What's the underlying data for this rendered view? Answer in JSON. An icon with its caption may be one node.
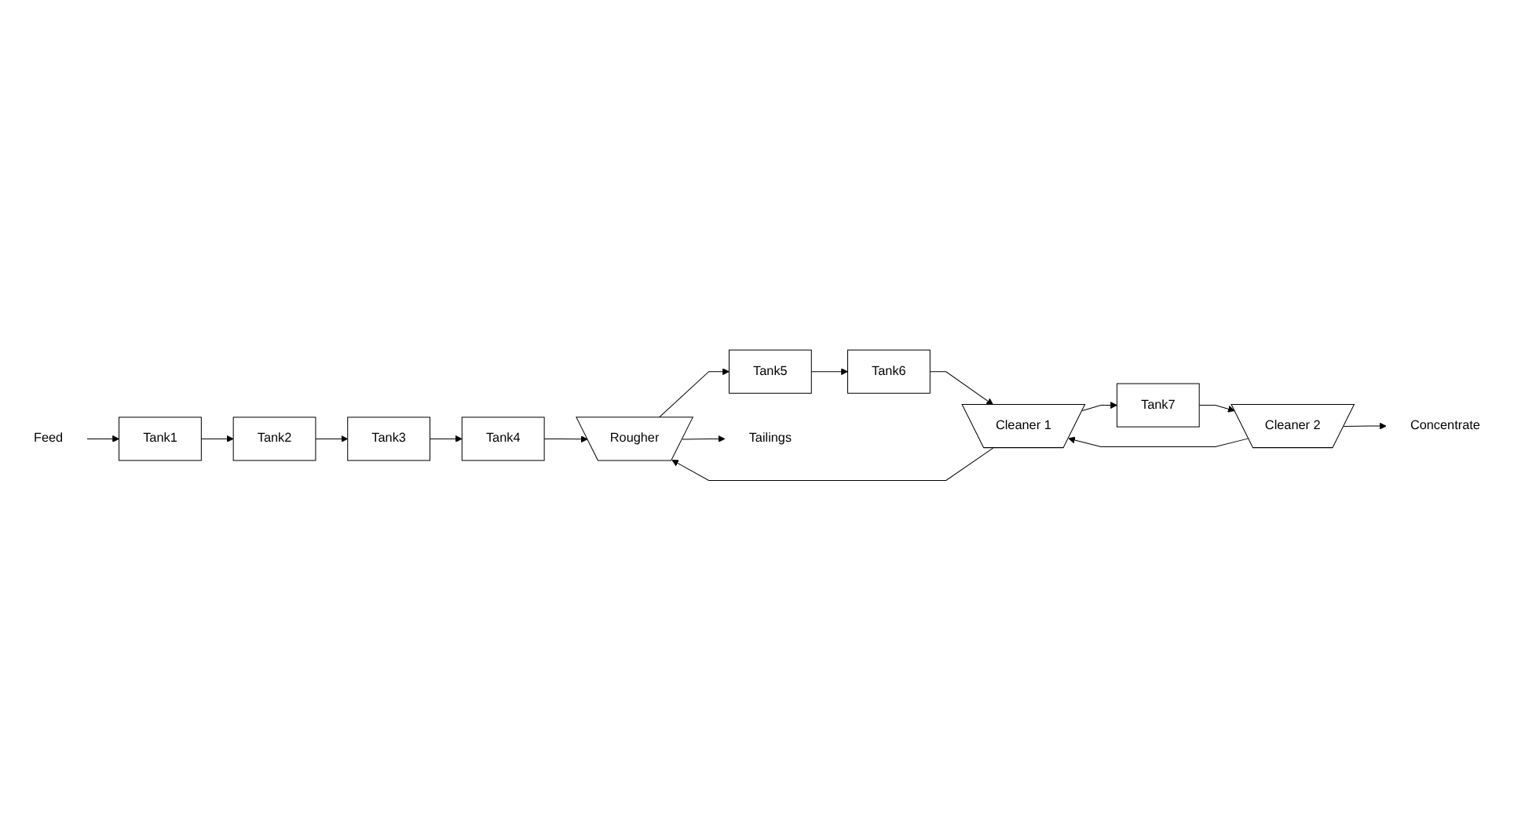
{
  "diagram": {
    "nodes": [
      {
        "text": [
          "Feed"
        ]
      },
      {
        "text": [
          "Tank1"
        ]
      },
      {
        "text": [
          "Tank2"
        ]
      },
      {
        "text": [
          "Tank3"
        ]
      },
      {
        "text": [
          "Tank4"
        ]
      },
      {
        "text": [
          "Rougher"
        ]
      },
      {
        "text": [
          "Tank5"
        ]
      },
      {
        "text": [
          "Tank6"
        ]
      },
      {
        "text": [
          "Cleaner 1"
        ]
      },
      {
        "text": [
          "Tank7"
        ]
      },
      {
        "text": [
          "Cleaner 2"
        ]
      },
      {
        "text": [
          "Concentrate"
        ]
      },
      {
        "text": [
          "Tailings"
        ]
      }
    ],
    "edges": [
      {
        "from": 0,
        "to": 1,
        "arrow": "to"
      },
      {
        "from": 1,
        "to": 2,
        "arrow": "to"
      },
      {
        "from": 2,
        "to": 3,
        "arrow": "to"
      },
      {
        "from": 3,
        "to": 4,
        "arrow": "to"
      },
      {
        "from": 4,
        "to": 5,
        "arrow": "to"
      },
      {
        "from": 8,
        "to": 5,
        "arrow": "to"
      },
      {
        "from": 5,
        "to": 6,
        "arrow": "to"
      },
      {
        "from": 5,
        "to": 12,
        "arrow": "to"
      },
      {
        "from": 6,
        "to": 7,
        "arrow": "to"
      },
      {
        "from": 7,
        "to": 8,
        "arrow": "to"
      },
      {
        "from": 10,
        "to": 8,
        "arrow": "to"
      },
      {
        "from": 8,
        "to": 9,
        "arrow": "to"
      },
      {
        "from": 9,
        "to": 10,
        "arrow": "to"
      },
      {
        "from": 10,
        "to": 11,
        "arrow": "to"
      }
    ]
  }
}
